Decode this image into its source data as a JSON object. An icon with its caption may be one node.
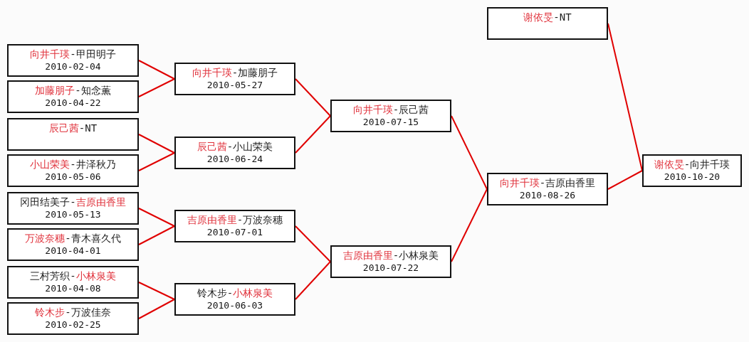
{
  "diagram": {
    "nodes": [
      {
        "text": [
          "向井千瑛",
          "-甲田明子",
          "2010-02-04"
        ]
      },
      {
        "text": [
          "加藤朋子",
          "-知念薫",
          "2010-04-22"
        ]
      },
      {
        "text": [
          "辰己茜",
          "-NT"
        ]
      },
      {
        "text": [
          "小山荣美",
          "-井泽秋乃",
          "2010-05-06"
        ]
      },
      {
        "text": [
          "冈田结美子-",
          "吉原由香里",
          "2010-05-13"
        ]
      },
      {
        "text": [
          "万波奈穗",
          "-青木喜久代",
          "2010-04-01"
        ]
      },
      {
        "text": [
          "三村芳织-",
          "小林泉美",
          "2010-04-08"
        ]
      },
      {
        "text": [
          "铃木步",
          "-万波佳奈",
          "2010-02-25"
        ]
      },
      {
        "text": [
          "向井千瑛",
          "-加藤朋子",
          "2010-05-27"
        ]
      },
      {
        "text": [
          "辰己茜",
          "-小山荣美",
          "2010-06-24"
        ]
      },
      {
        "text": [
          "吉原由香里",
          "-万波奈穗",
          "2010-07-01"
        ]
      },
      {
        "text": [
          "铃木步-",
          "小林泉美",
          "2010-06-03"
        ]
      },
      {
        "text": [
          "向井千瑛",
          "-辰己茜",
          "2010-07-15"
        ]
      },
      {
        "text": [
          "吉原由香里",
          "-小林泉美",
          "2010-07-22"
        ]
      },
      {
        "text": [
          "谢依旻",
          "-NT"
        ]
      },
      {
        "text": [
          "向井千瑛",
          "-吉原由香里",
          "2010-08-26"
        ]
      },
      {
        "text": [
          "谢依旻",
          "-向井千瑛",
          "2010-10-20"
        ]
      }
    ],
    "edges": [
      {
        "from": 0,
        "to": 8,
        "arrow": "none"
      },
      {
        "from": 1,
        "to": 8,
        "arrow": "none"
      },
      {
        "from": 2,
        "to": 9,
        "arrow": "none"
      },
      {
        "from": 3,
        "to": 9,
        "arrow": "none"
      },
      {
        "from": 4,
        "to": 10,
        "arrow": "none"
      },
      {
        "from": 5,
        "to": 10,
        "arrow": "none"
      },
      {
        "from": 6,
        "to": 11,
        "arrow": "none"
      },
      {
        "from": 7,
        "to": 11,
        "arrow": "none"
      },
      {
        "from": 8,
        "to": 12,
        "arrow": "none"
      },
      {
        "from": 9,
        "to": 12,
        "arrow": "none"
      },
      {
        "from": 10,
        "to": 13,
        "arrow": "none"
      },
      {
        "from": 11,
        "to": 13,
        "arrow": "none"
      },
      {
        "from": 12,
        "to": 15,
        "arrow": "none"
      },
      {
        "from": 13,
        "to": 15,
        "arrow": "none"
      },
      {
        "from": 14,
        "to": 16,
        "arrow": "none"
      },
      {
        "from": 15,
        "to": 16,
        "arrow": "none"
      }
    ]
  }
}
